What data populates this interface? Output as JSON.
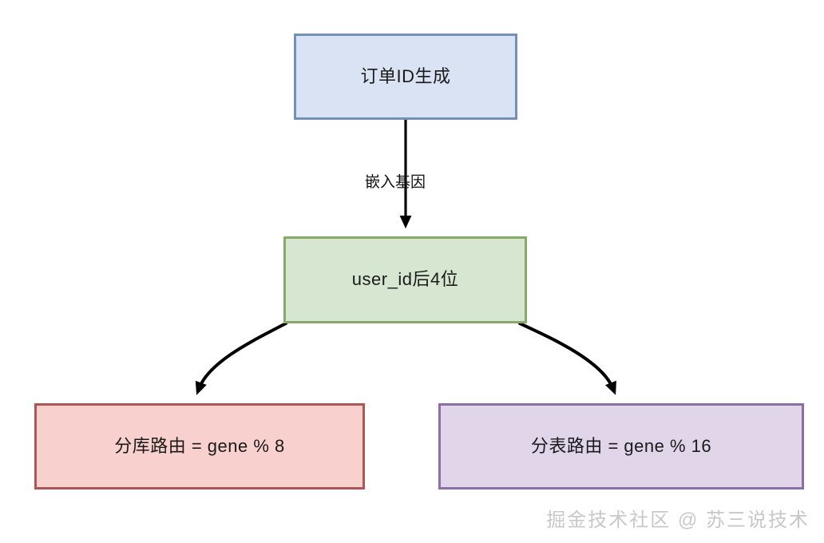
{
  "diagram": {
    "background_color": "#ffffff",
    "nodes": [
      {
        "id": "order-id",
        "label": "订单ID生成",
        "fill": "#dae3f3",
        "stroke": "#7390b6"
      },
      {
        "id": "user-gene",
        "label": "user_id后4位",
        "fill": "#d7e6d1",
        "stroke": "#84ab69"
      },
      {
        "id": "db-route",
        "label": "分库路由 = gene % 8",
        "fill": "#f8d0cd",
        "stroke": "#b05555"
      },
      {
        "id": "table-route",
        "label": "分表路由 = gene % 16",
        "fill": "#e1d5ea",
        "stroke": "#8c6fa8"
      }
    ],
    "edges": [
      {
        "id": "order-to-gene",
        "from": "order-id",
        "to": "user-gene",
        "label": "嵌入基因",
        "style": "straight",
        "color": "#000000"
      },
      {
        "id": "gene-to-db",
        "from": "user-gene",
        "to": "db-route",
        "label": "",
        "style": "curved",
        "color": "#000000"
      },
      {
        "id": "gene-to-table",
        "from": "user-gene",
        "to": "table-route",
        "label": "",
        "style": "curved",
        "color": "#000000"
      }
    ]
  },
  "watermark": {
    "text": "掘金技术社区 @ 苏三说技术",
    "color": "#c8c8c8"
  }
}
